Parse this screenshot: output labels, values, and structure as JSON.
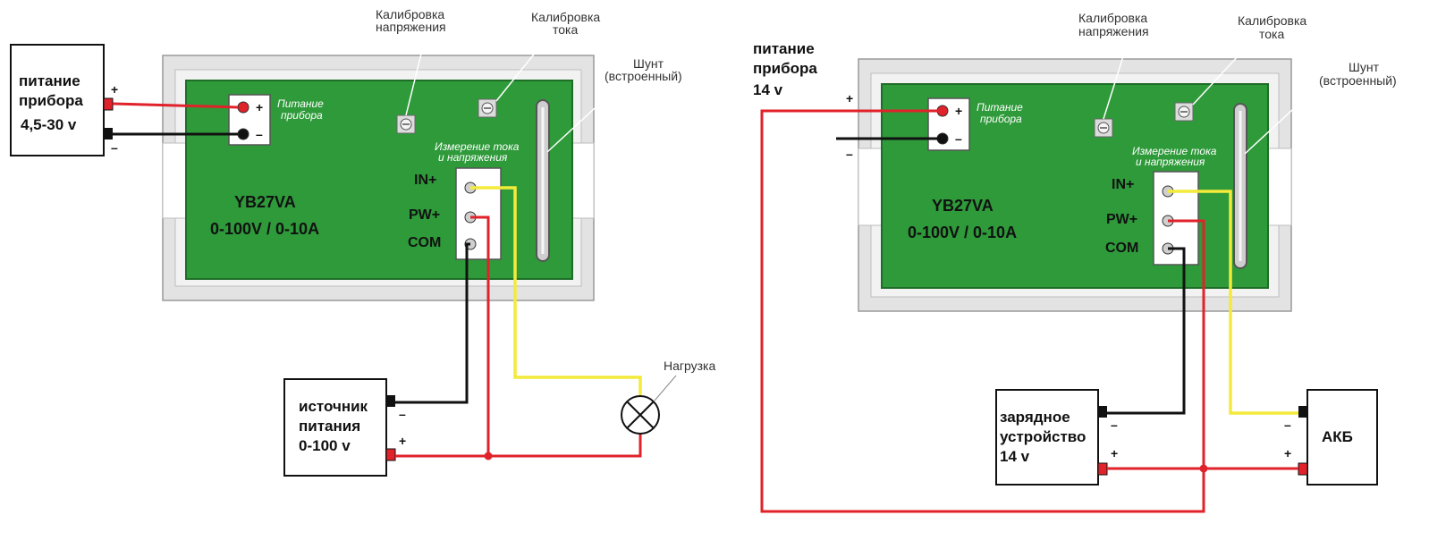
{
  "colors": {
    "pcb": "#2e9a3a",
    "wire_red": "#e0222a",
    "wire_black": "#111111",
    "wire_yellow": "#f3ea3a",
    "frame": "#e3e3e3"
  },
  "left": {
    "power_box": {
      "line1": "питание",
      "line2": "прибора",
      "line3": "4,5-30 v"
    },
    "plus": "+",
    "minus": "–",
    "pcb_power_label": {
      "line1": "Питание",
      "line2": "прибора"
    },
    "cal_voltage": {
      "line1": "Калибровка",
      "line2": "напряжения"
    },
    "cal_current": {
      "line1": "Калибровка",
      "line2": "тока"
    },
    "shunt": {
      "line1": "Шунт",
      "line2": "(встроенный)"
    },
    "meas": {
      "line1": "Измерение тока",
      "line2": "и напряжения"
    },
    "model": "YB27VA",
    "range": "0-100V / 0-10A",
    "pins": {
      "in": "IN+",
      "pw": "PW+",
      "com": "COM"
    },
    "source_box": {
      "line1": "источник",
      "line2": "питания",
      "line3": "0-100 v"
    },
    "load": "Нагрузка",
    "load_icon": "lamp-icon"
  },
  "right": {
    "power_label": {
      "line1": "питание",
      "line2": "прибора",
      "line3": "14 v"
    },
    "plus": "+",
    "minus": "–",
    "pcb_power_label": {
      "line1": "Питание",
      "line2": "прибора"
    },
    "cal_voltage": {
      "line1": "Калибровка",
      "line2": "напряжения"
    },
    "cal_current": {
      "line1": "Калибровка",
      "line2": "тока"
    },
    "shunt": {
      "line1": "Шунт",
      "line2": "(встроенный)"
    },
    "meas": {
      "line1": "Измерение тока",
      "line2": "и напряжения"
    },
    "model": "YB27VA",
    "range": "0-100V / 0-10A",
    "pins": {
      "in": "IN+",
      "pw": "PW+",
      "com": "COM"
    },
    "charger_box": {
      "line1": "зарядное",
      "line2": "устройство",
      "line3": "14 v"
    },
    "battery": "АКБ"
  }
}
